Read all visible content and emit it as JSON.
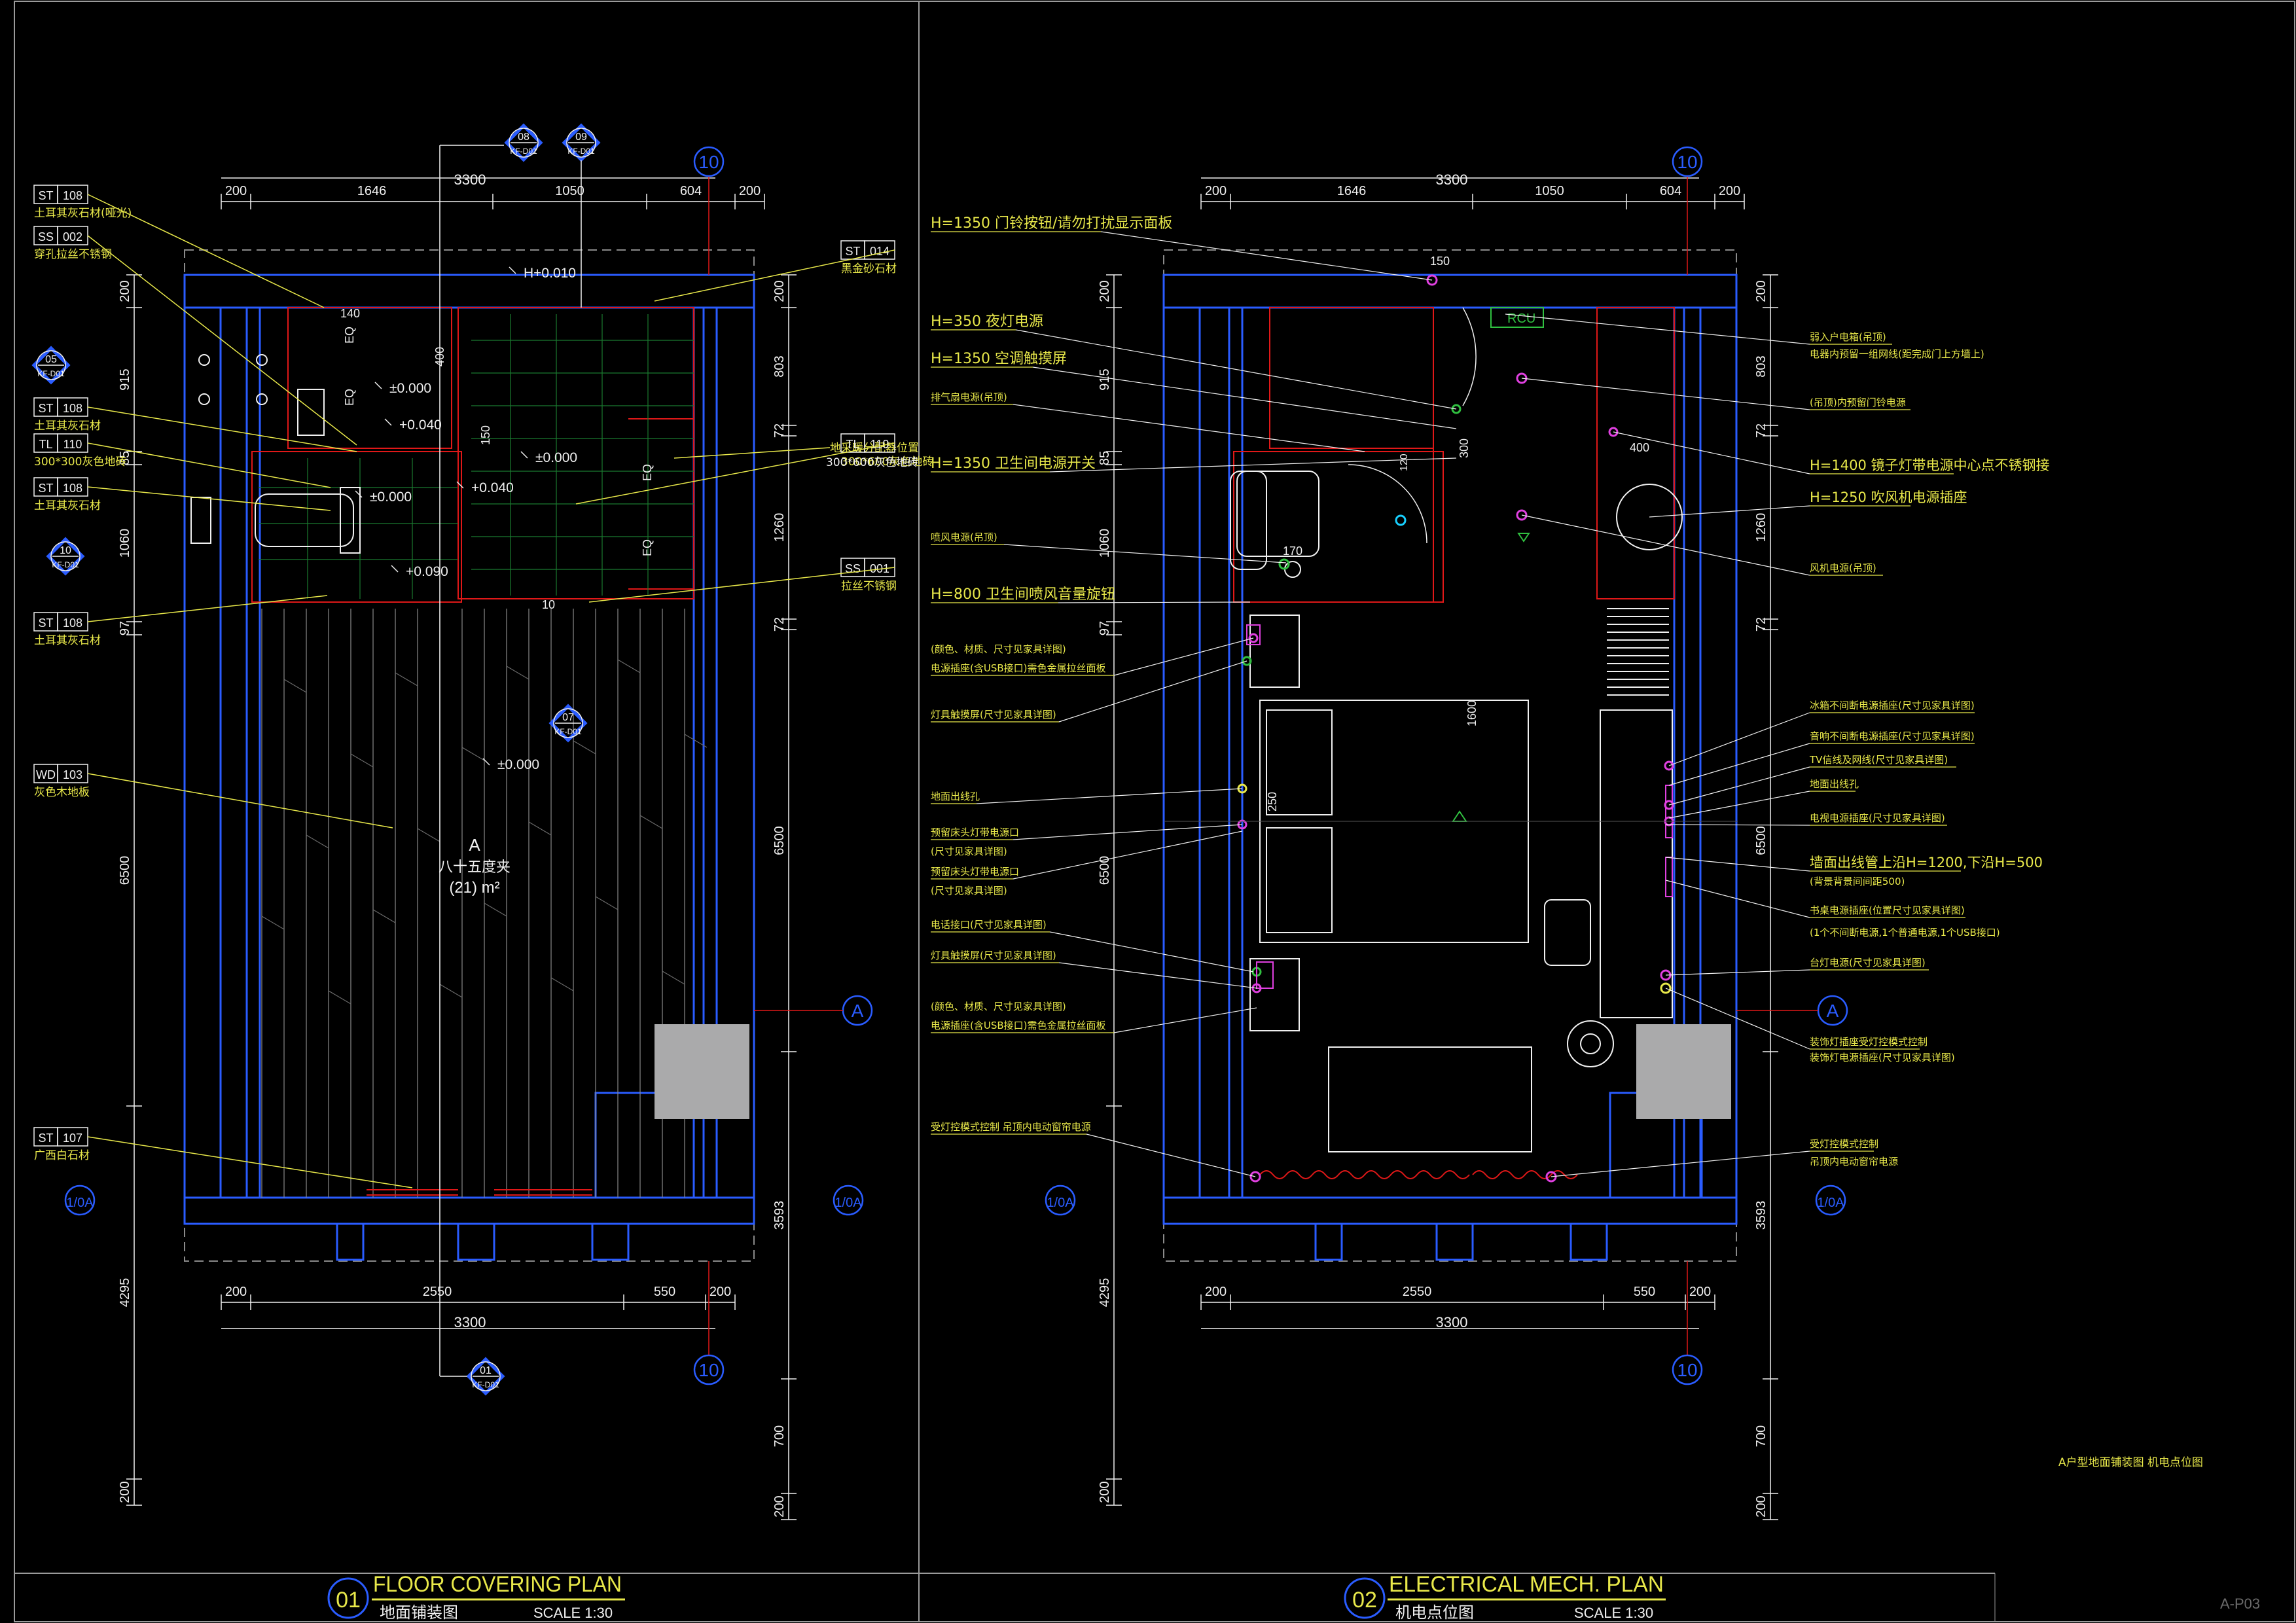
{
  "colors": {
    "yellow": "#e8e84a",
    "white": "#f0f0f0",
    "blue": "#2a5cff",
    "cyan": "#18d0ff",
    "green": "#30c040",
    "red": "#e01818",
    "magenta": "#e040e0",
    "grey": "#aaaaab",
    "dim": "#6a6a20"
  },
  "left": {
    "title_number": "01",
    "title_en": "FLOOR COVERING PLAN",
    "title_cn": "地面铺装图",
    "scale": "SCALE 1:30",
    "top_dims": [
      "200",
      "1646",
      "1050",
      "604",
      "200"
    ],
    "top_total": "3300",
    "bot_dims": [
      "200",
      "2550",
      "550",
      "200"
    ],
    "bot_total": "3300",
    "left_dims": [
      "200",
      "915",
      "85",
      "1060",
      "97",
      "6500",
      "4295",
      "200"
    ],
    "right_dims": [
      "200",
      "803",
      "72",
      "1260",
      "72",
      "6500",
      "3593",
      "700",
      "200"
    ],
    "grid": {
      "ten": "10",
      "a": "A",
      "one_oa": "1/0A"
    },
    "section_tags": [
      {
        "num": "08",
        "ref": "KF-D01"
      },
      {
        "num": "09",
        "ref": "KF-D01"
      },
      {
        "num": "05",
        "ref": "KF-D01"
      },
      {
        "num": "10",
        "ref": "KF-D01"
      },
      {
        "num": "07",
        "ref": "KF-D01"
      },
      {
        "num": "01",
        "ref": "KF-D01"
      }
    ],
    "levels": [
      "H+0.010",
      "±0.000",
      "+0.040",
      "±0.000",
      "+0.040",
      "±0.000",
      "+0.090",
      "±0.000",
      "±0.000",
      "+0.000"
    ],
    "dims_inner": [
      "140",
      "400",
      "150",
      "10"
    ],
    "eq": "EQ",
    "room": {
      "code": "A",
      "name": "八十五度夹",
      "area": "(21) m²"
    },
    "legends": [
      {
        "code": "ST",
        "num": "108",
        "desc": "土耳其灰石材(哑光)"
      },
      {
        "code": "SS",
        "num": "002",
        "desc": "穿孔拉丝不锈钢"
      },
      {
        "code": "ST",
        "num": "108",
        "desc": "土耳其灰石材"
      },
      {
        "code": "TL",
        "num": "110",
        "desc": "300*300灰色地砖"
      },
      {
        "code": "ST",
        "num": "108",
        "desc": "土耳其灰石材"
      },
      {
        "code": "ST",
        "num": "108",
        "desc": "土耳其灰石材"
      },
      {
        "code": "WD",
        "num": "103",
        "desc": "灰色木地板"
      },
      {
        "code": "ST",
        "num": "107",
        "desc": "广西白石材"
      }
    ],
    "legends_right": [
      {
        "code": "ST",
        "num": "014",
        "desc": "黑金砂石材"
      },
      {
        "code": "",
        "num": "",
        "desc": "地采暖分配器位置"
      },
      {
        "code": "TL",
        "num": "110",
        "desc": "300*600灰色地砖"
      },
      {
        "code": "SS",
        "num": "001",
        "desc": "拉丝不锈钢"
      }
    ]
  },
  "right": {
    "title_number": "02",
    "title_en": "ELECTRICAL MECH. PLAN",
    "title_cn": "机电点位图",
    "scale": "SCALE 1:30",
    "top_dims": [
      "200",
      "1646",
      "1050",
      "604",
      "200"
    ],
    "top_total": "3300",
    "bot_dims": [
      "200",
      "2550",
      "550",
      "200"
    ],
    "bot_total": "3300",
    "left_dims": [
      "200",
      "915",
      "85",
      "1060",
      "97",
      "6500",
      "4295",
      "200"
    ],
    "right_dims": [
      "200",
      "803",
      "72",
      "1260",
      "72",
      "6500",
      "3593",
      "700",
      "200"
    ],
    "grid": {
      "ten": "10",
      "a": "A",
      "one_oa": "1/0A"
    },
    "inner_dims": [
      "150",
      "1600",
      "250",
      "170",
      "120",
      "300",
      "400"
    ],
    "rcu": "RCU",
    "labels_left": [
      "H=1350 门铃按钮/请勿打扰显示面板",
      "H=350 夜灯电源",
      "H=1350 空调触摸屏",
      "排气扇电源(吊顶)",
      "H=1350 卫生间电源开关",
      "喷风电源(吊顶)",
      "H=800 卫生间喷风音量旋钮",
      "(颜色、材质、尺寸见家具详图)",
      "电源插座(含USB接口)需色金属拉丝面板",
      "灯具触摸屏(尺寸见家具详图)",
      "地面出线孔",
      "预留床头灯带电源口",
      "(尺寸见家具详图)",
      "预留床头灯带电源口",
      "(尺寸见家具详图)",
      "电话接口(尺寸见家具详图)",
      "灯具触摸屏(尺寸见家具详图)",
      "(颜色、材质、尺寸见家具详图)",
      "电源插座(含USB接口)需色金属拉丝面板",
      "受灯控模式控制 吊顶内电动窗帘电源"
    ],
    "labels_right": [
      "弱入户电箱(吊顶)",
      "电器内预留一组网线(距完成门上方墙上)",
      "(吊顶)内预留门铃电源",
      "H=1400 镜子灯带电源中心点不锈钢接",
      "H=1250 吹风机电源插座",
      "风机电源(吊顶)",
      "冰箱不间断电源插座(尺寸见家具详图)",
      "音响不间断电源插座(尺寸见家具详图)",
      "TV信线及网线(尺寸见家具详图)",
      "地面出线孔",
      "电视电源插座(尺寸见家具详图)",
      "墙面出线管上沿H=1200,下沿H=500",
      "(背景背景间间距500)",
      "书桌电源插座(位置尺寸见家具详图)",
      "(1个不间断电源,1个普通电源,1个USB接口)",
      "台灯电源(尺寸见家具详图)",
      "装饰灯插座受灯控模式控制",
      "装饰灯电源插座(尺寸见家具详图)",
      "受灯控模式控制",
      "吊顶内电动窗帘电源"
    ]
  },
  "note": "A户型地面铺装图 机电点位图",
  "sheet_number": "A-P03"
}
